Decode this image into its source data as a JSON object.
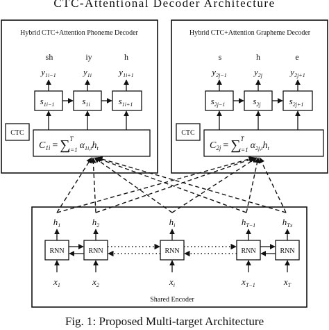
{
  "header": {
    "title": "CTC-Attentional Decoder Architecture"
  },
  "phoneme_decoder": {
    "title": "Hybrid CTC+Attention Phoneme Decoder",
    "ctc_label": "CTC",
    "tokens": [
      "sh",
      "iy",
      "h"
    ],
    "outputs": [
      {
        "base": "y",
        "sub": "1i−1"
      },
      {
        "base": "y",
        "sub": "1i"
      },
      {
        "base": "y",
        "sub": "1i+1"
      }
    ],
    "states": [
      {
        "base": "s",
        "sub": "1i−1"
      },
      {
        "base": "s",
        "sub": "1i"
      },
      {
        "base": "s",
        "sub": "1i+1"
      }
    ],
    "context": {
      "lhs": "C",
      "lhs_sub": "1i",
      "weight": "α",
      "weight_sub": "1i,t",
      "hidden": "h",
      "hidden_sub": "t"
    }
  },
  "grapheme_decoder": {
    "title": "Hybrid CTC+Attention Grapheme Decoder",
    "ctc_label": "CTC",
    "tokens": [
      "s",
      "h",
      "e"
    ],
    "outputs": [
      {
        "base": "y",
        "sub": "2j−1"
      },
      {
        "base": "y",
        "sub": "2j"
      },
      {
        "base": "y",
        "sub": "2j+1"
      }
    ],
    "states": [
      {
        "base": "s",
        "sub": "2j−1"
      },
      {
        "base": "s",
        "sub": "2j"
      },
      {
        "base": "s",
        "sub": "2j+1"
      }
    ],
    "context": {
      "lhs": "C",
      "lhs_sub": "2j",
      "weight": "α",
      "weight_sub": "2j,t",
      "hidden": "h",
      "hidden_sub": "t"
    }
  },
  "sum_symbol": "∑",
  "sum_lower": "t=1",
  "sum_upper": "T",
  "equals": "=",
  "encoder": {
    "title": "Shared Encoder",
    "cell_label": "RNN",
    "hidden": [
      {
        "base": "h",
        "sub": "1"
      },
      {
        "base": "h",
        "sub": "2"
      },
      {
        "base": "h",
        "sub": "i"
      },
      {
        "base": "h",
        "sub": "T−1"
      },
      {
        "base": "h",
        "sub": "Tx"
      }
    ],
    "inputs": [
      {
        "base": "x",
        "sub": "1"
      },
      {
        "base": "x",
        "sub": "2"
      },
      {
        "base": "x",
        "sub": "i"
      },
      {
        "base": "x",
        "sub": "T−1"
      },
      {
        "base": "x",
        "sub": "T"
      }
    ]
  },
  "caption": "Fig. 1: Proposed Multi-target Architecture"
}
